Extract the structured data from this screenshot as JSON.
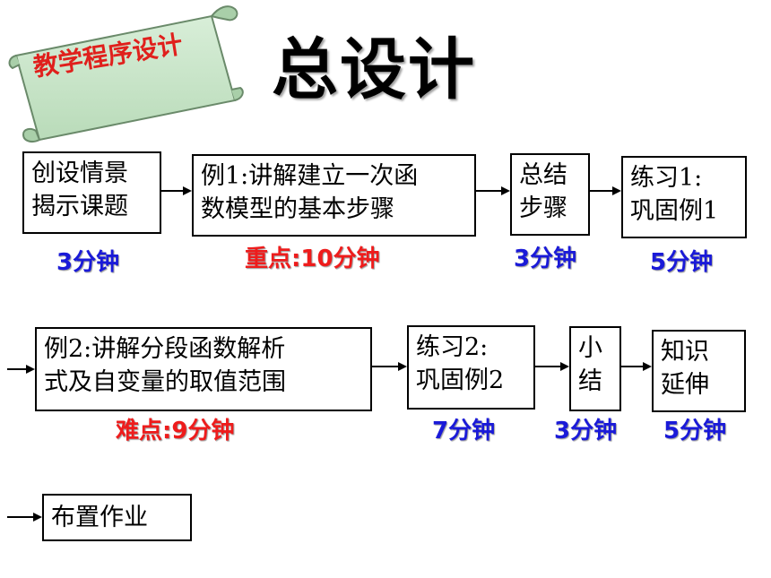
{
  "banner": {
    "text": "教学程序设计"
  },
  "title": "总设计",
  "flow": {
    "row1": [
      {
        "lines": [
          "创设情景",
          "揭示课题"
        ],
        "time": "3分钟"
      },
      {
        "lines": [
          "例1:讲解建立一次函",
          "数模型的基本步骤"
        ],
        "time_prefix": "重点:",
        "time": "10分钟"
      },
      {
        "lines": [
          "总结",
          "步骤"
        ],
        "time": "3分钟"
      },
      {
        "lines": [
          "练习1:",
          "巩固例1"
        ],
        "time": "5分钟"
      }
    ],
    "row2": [
      {
        "lines": [
          "例2:讲解分段函数解析",
          "式及自变量的取值范围"
        ],
        "time_prefix": "难点:",
        "time": "9分钟"
      },
      {
        "lines": [
          "练习2:",
          "巩固例2"
        ],
        "time": "7分钟"
      },
      {
        "lines": [
          "小",
          "结"
        ],
        "time": "3分钟"
      },
      {
        "lines": [
          "知识",
          "延伸"
        ],
        "time": "5分钟"
      }
    ],
    "row3": [
      {
        "lines": [
          "布置作业"
        ]
      }
    ]
  },
  "colors": {
    "time": "#1a1ad8",
    "highlight": "#ee1c1c",
    "banner_fill": "#c7e3c7",
    "banner_text": "#e0201c"
  }
}
